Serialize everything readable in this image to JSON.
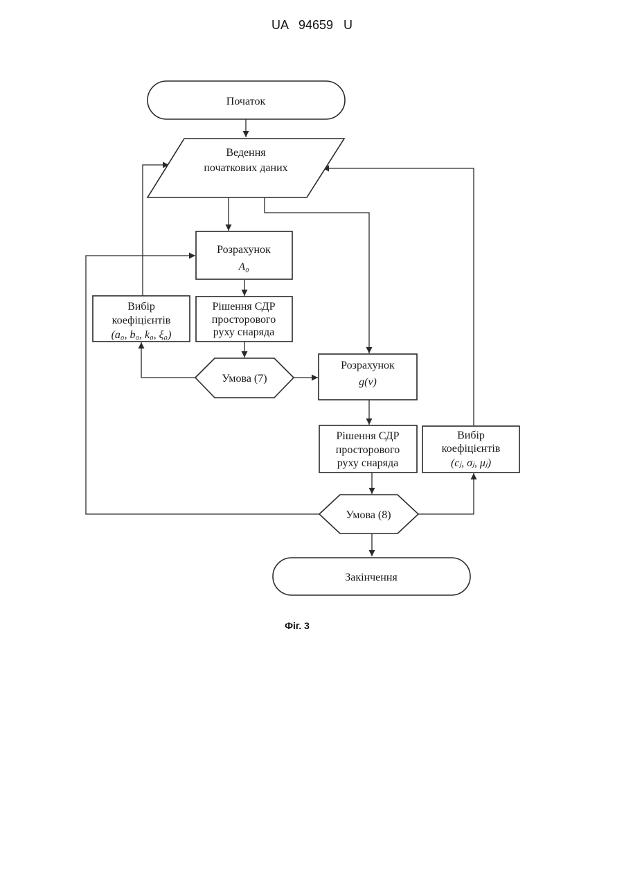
{
  "header": {
    "doc_number": "UA   94659   U"
  },
  "flowchart": {
    "start": "Початок",
    "input_line1": "Ведення",
    "input_line2": "початкових даних",
    "calc_a0_line1": "Розрахунок",
    "calc_a0_line2": "A₀",
    "solve1_line1": "Рішення СДР",
    "solve1_line2": "просторового",
    "solve1_line3": "руху снаряда",
    "choose1_line1": "Вибір",
    "choose1_line2": "коефіцієнтів",
    "choose1_line3": "(a₀, b₀, k₀, ξ₀)",
    "cond7": "Умова (7)",
    "calc_g_line1": "Розрахунок",
    "calc_g_line2": "g(v)",
    "solve2_line1": "Рішення СДР",
    "solve2_line2": "просторового",
    "solve2_line3": "руху снаряда",
    "choose2_line1": "Вибір",
    "choose2_line2": "коефіцієнтів",
    "choose2_line3": "(cⱼ, σⱼ, μⱼ)",
    "cond8": "Умова (8)",
    "end": "Закінчення"
  },
  "caption": "Фіг. 3"
}
